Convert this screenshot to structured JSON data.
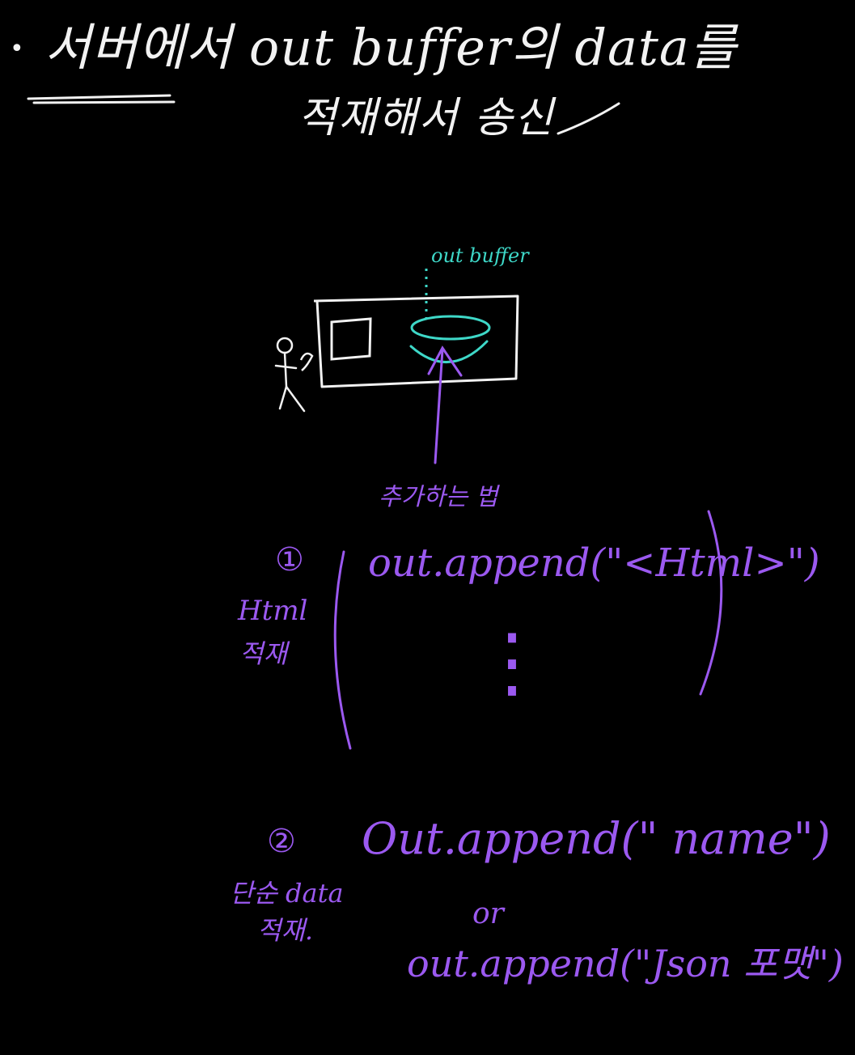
{
  "colors": {
    "background": "#000000",
    "ink_white": "#f2f2f2",
    "ink_purple": "#9b59f0",
    "ink_teal": "#3ed8c8"
  },
  "heading": {
    "bullet": "•",
    "line1": "서버에서   out buffer의 data를",
    "line2": "적재해서  송신"
  },
  "diagram": {
    "buffer_label": "out buffer",
    "add_method_label": "추가하는 법"
  },
  "methods": [
    {
      "number": "①",
      "side_label_line1": "Html",
      "side_label_line2": "적재",
      "code": "out.append(\"<Html>\")",
      "continuation": "⋮"
    },
    {
      "number": "②",
      "side_label_line1": "단순 data",
      "side_label_line2": "적재.",
      "code": "Out.append(\" name\")",
      "or_text": "or",
      "code_alt": "out.append(\"Json 포맷\")"
    }
  ]
}
